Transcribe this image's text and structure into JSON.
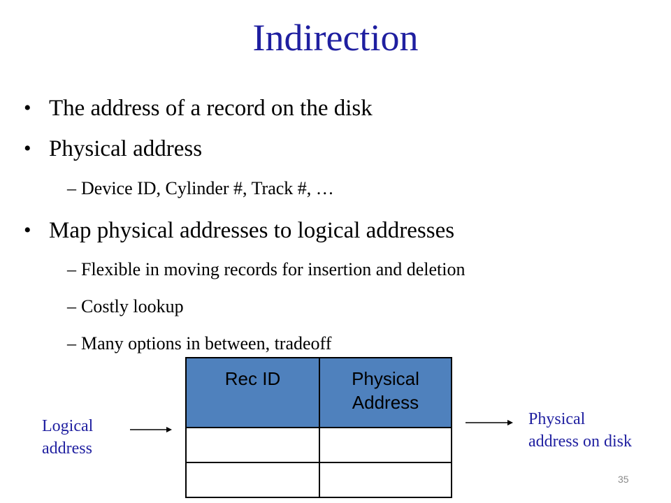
{
  "title": "Indirection",
  "bullets": [
    {
      "text": "The address of a record on the disk"
    },
    {
      "text": "Physical address"
    },
    {
      "text": "Device ID, Cylinder #, Track #, …"
    },
    {
      "text": "Map physical addresses to logical addresses"
    },
    {
      "text": "Flexible in moving records for insertion and deletion"
    },
    {
      "text": "Costly lookup"
    },
    {
      "text": "Many options in between, tradeoff"
    }
  ],
  "bullet_glyph": "•",
  "sub_glyph": "–",
  "table": {
    "headers": [
      "Rec ID",
      "Physical Address"
    ],
    "rows": [
      [
        "",
        ""
      ],
      [
        "",
        ""
      ]
    ],
    "header_color": "#4f81bd"
  },
  "left_label": "Logical address",
  "right_label": "Physical address on disk",
  "page_number": "35",
  "colors": {
    "title": "#1f1fa0",
    "labels": "#1f1fa0"
  }
}
